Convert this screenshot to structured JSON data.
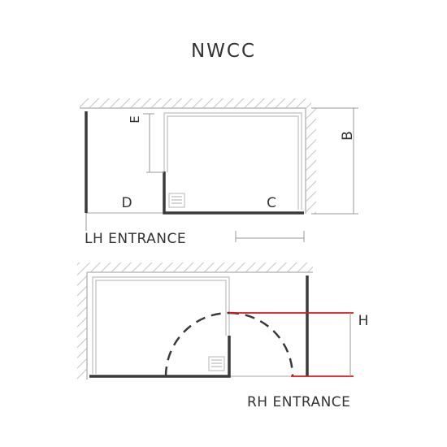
{
  "title": "NWCC",
  "labels": {
    "lh_entrance": "LH ENTRANCE",
    "rh_entrance": "RH ENTRANCE",
    "dim_b": "B",
    "dim_c": "C",
    "dim_d": "D",
    "dim_e": "E",
    "dim_h": "H"
  },
  "colors": {
    "frame": "#3a3a3a",
    "glass": "#bdbdbd",
    "hatch": "#c8c8c8",
    "dimension": "#9a9a9a",
    "highlight": "#e0141e"
  }
}
